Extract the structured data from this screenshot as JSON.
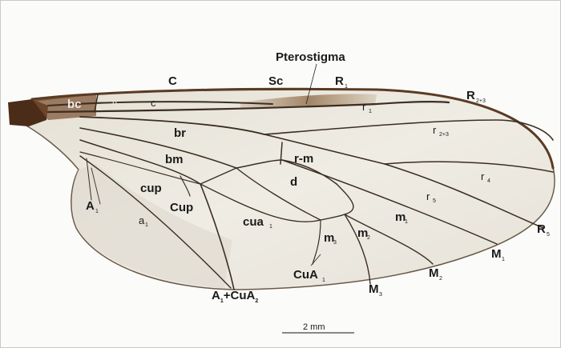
{
  "labels": {
    "pterostigma": "Pterostigma",
    "C": "C",
    "Sc": "Sc",
    "R1": "R",
    "R1_sub": "1",
    "R2plus3": "R",
    "R2plus3_sub": "2+3",
    "R4": "",
    "R5": "R",
    "R5_sub": "5",
    "bc": "bc",
    "h": "h",
    "c": "c",
    "r1": "r",
    "r1_sub": "1",
    "r2plus3": "r",
    "r2plus3_sub": "2+3",
    "r4": "r",
    "r4_sub": "4",
    "r5": "r",
    "r5_sub": "5",
    "br": "br",
    "bm": "bm",
    "rm": "r-m",
    "d": "d",
    "cup": "cup",
    "Cup": "Cup",
    "A1": "A",
    "A1_sub": "1",
    "a1": "a",
    "a1_sub": "1",
    "cua1": "cua",
    "cua1_sub": "1",
    "m3": "m",
    "m3_sub": "3",
    "m2": "m",
    "m2_sub": "2",
    "m1": "m",
    "m1_sub": "1",
    "M1": "M",
    "M1_sub": "1",
    "M2": "M",
    "M2_sub": "2",
    "M3": "M",
    "M3_sub": "3",
    "CuA1": "CuA",
    "CuA1_sub": "1",
    "A1CuA2": "A",
    "A1CuA2_sub1": "1",
    "A1CuA2_mid": "+CuA",
    "A1CuA2_sub2": "2"
  },
  "scale_bar": {
    "label": "2 mm"
  },
  "colors": {
    "wing_fill": "#ece9df",
    "vein": "#3b2e22",
    "costa": "#5a3b24",
    "base": "#4a2c18"
  }
}
